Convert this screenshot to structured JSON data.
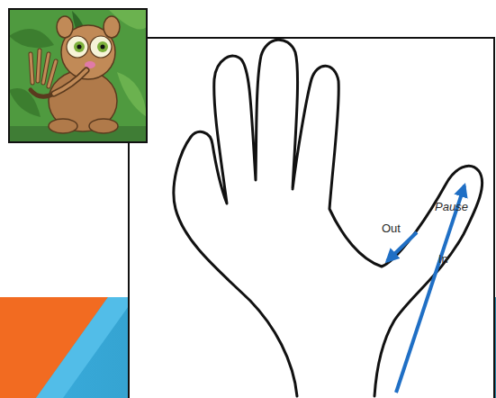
{
  "diagram": {
    "labels": [
      "Pause",
      "Out",
      "In"
    ]
  }
}
